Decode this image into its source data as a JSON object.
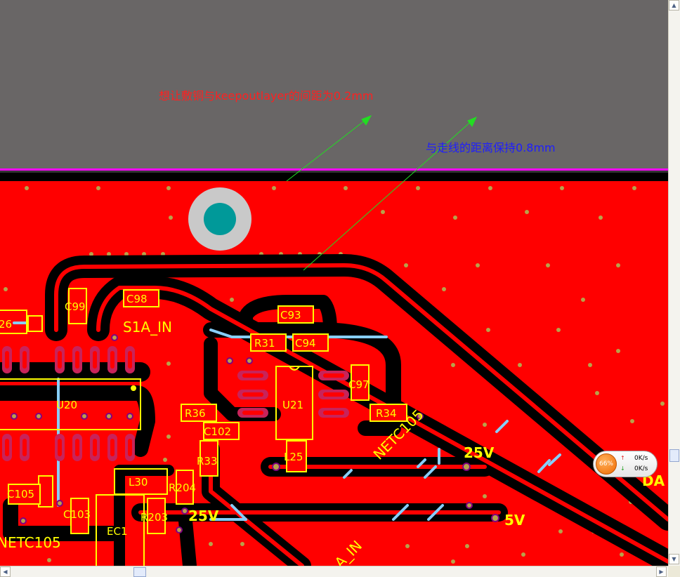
{
  "annotations": {
    "keepout_note": "想让敷铜与keepoutlayer的间距为0.2mm",
    "trace_note": "与走线的距离保持0.8mm"
  },
  "components": {
    "c99": "C99",
    "c98": "C98",
    "c93": "C93",
    "r31": "R31",
    "c94": "C94",
    "c97": "C97",
    "r34": "R34",
    "r36": "R36",
    "c102": "C102",
    "r33": "R33",
    "u21": "U21",
    "u20": "U20",
    "l25": "L25",
    "l30": "L30",
    "r204": "R204",
    "r203": "R203",
    "c103": "C103",
    "c105": "C105",
    "ec1": "EC1",
    "partial_26": "26"
  },
  "nets": {
    "s1a_in": "S1A_IN",
    "s1a_in_partial": "A_IN",
    "netc105_diag": "NETC105",
    "netc105_bottom": "NETC105",
    "v25_upper": "25V",
    "v25_lower": "25V",
    "v5": "5V",
    "da_partial": "DA"
  },
  "net_monitor": {
    "percent": "66%",
    "upload": "0K/s",
    "download": "0K/s"
  },
  "colors": {
    "board_background": "#696666",
    "top_copper": "#ff0000",
    "silkscreen": "#ffff00",
    "bottom_layer": "#87cefa",
    "keepout": "#ff00ff",
    "annotation_red": "#ff2020",
    "annotation_blue": "#1e1eff",
    "arrow": "#22dd22"
  },
  "icons": {
    "scroll_up": "arrow-up-icon",
    "scroll_down": "arrow-down-icon",
    "scroll_left": "arrow-left-icon",
    "scroll_right": "arrow-right-icon"
  }
}
